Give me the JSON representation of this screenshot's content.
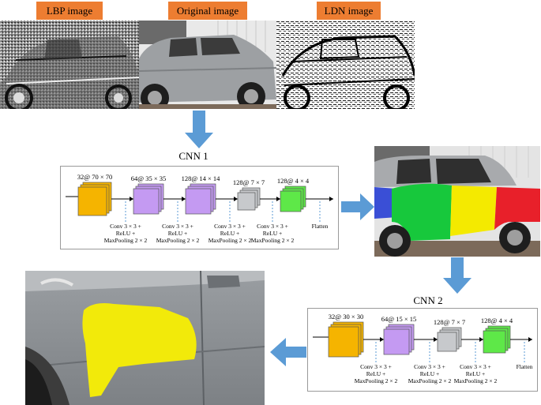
{
  "labels": {
    "lbp": "LBP image",
    "original": "Original image",
    "ldn": "LDN image"
  },
  "cnn1": {
    "title": "CNN 1",
    "layers": [
      {
        "dim": "32@ 70 × 70",
        "color": "#f5b400"
      },
      {
        "dim": "64@ 35 × 35",
        "color": "#c49af2"
      },
      {
        "dim": "128@ 14 × 14",
        "color": "#c49af2"
      },
      {
        "dim": "128@ 7 × 7",
        "color": "#c7c9cc"
      },
      {
        "dim": "128@ 4 × 4",
        "color": "#5ee848"
      }
    ],
    "ops": [
      {
        "l1": "Conv 3 × 3 +",
        "l2": "ReLU +",
        "l3": "MaxPooling 2 × 2"
      },
      {
        "l1": "Conv 3 × 3 +",
        "l2": "ReLU +",
        "l3": "MaxPooling 2 × 2"
      },
      {
        "l1": "Conv 3 × 3 +",
        "l2": "ReLU +",
        "l3": "MaxPooling 2 × 2"
      },
      {
        "l1": "Conv 3 × 3 +",
        "l2": "ReLU +",
        "l3": "MaxPooling 2 × 2"
      }
    ],
    "flatten": "Flatten"
  },
  "cnn2": {
    "title": "CNN 2",
    "layers": [
      {
        "dim": "32@ 30 × 30",
        "color": "#f5b400"
      },
      {
        "dim": "64@ 15 × 15",
        "color": "#c49af2"
      },
      {
        "dim": "128@ 7 × 7",
        "color": "#c7c9cc"
      },
      {
        "dim": "128@ 4 × 4",
        "color": "#5ee848"
      }
    ],
    "ops": [
      {
        "l1": "Conv 3 × 3 +",
        "l2": "ReLU +",
        "l3": "MaxPooling 2 × 2"
      },
      {
        "l1": "Conv 3 × 3 +",
        "l2": "ReLU +",
        "l3": "MaxPooling 2 × 2"
      },
      {
        "l1": "Conv 3 × 3 +",
        "l2": "ReLU +",
        "l3": "MaxPooling 2 × 2"
      }
    ],
    "flatten": "Flatten"
  },
  "colors": {
    "arrow": "#5b9bd5",
    "label_bg": "#ed7d31",
    "seg_blue": "#3a4fd6",
    "seg_green": "#17c83c",
    "seg_yellow": "#f4ea00",
    "seg_red": "#e8202a",
    "damage_yellow": "#f2ea0a"
  }
}
